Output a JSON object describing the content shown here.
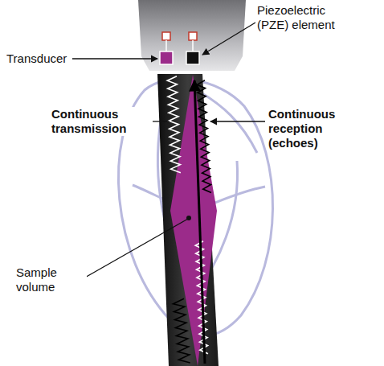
{
  "diagram": {
    "labels": [
      "Transducer",
      "Piezoelectric (PZE) element",
      "Continuous transmission",
      "Continuous reception (echoes)",
      "Sample volume"
    ]
  }
}
